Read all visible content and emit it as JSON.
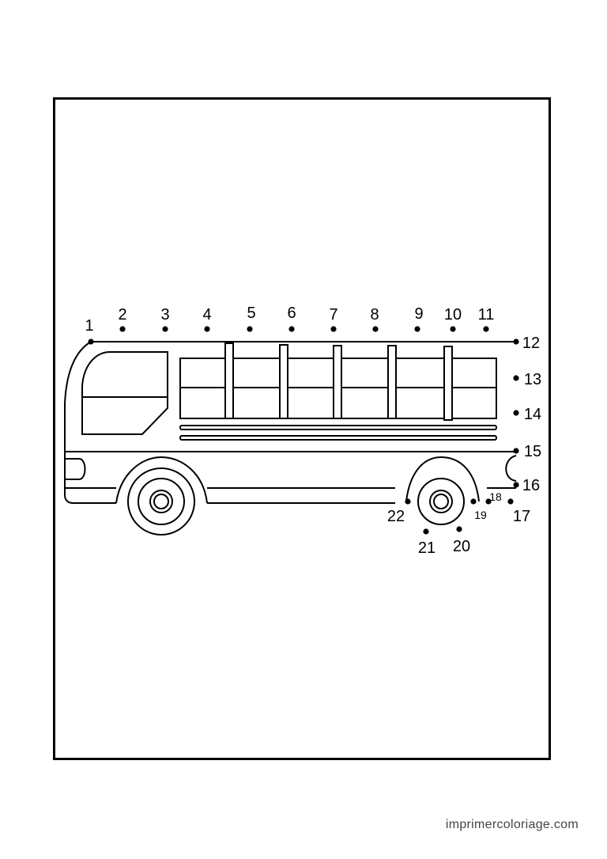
{
  "dots": [
    {
      "label": "1"
    },
    {
      "label": "2"
    },
    {
      "label": "3"
    },
    {
      "label": "4"
    },
    {
      "label": "5"
    },
    {
      "label": "6"
    },
    {
      "label": "7"
    },
    {
      "label": "8"
    },
    {
      "label": "9"
    },
    {
      "label": "10"
    },
    {
      "label": "11"
    },
    {
      "label": "12"
    },
    {
      "label": "13"
    },
    {
      "label": "14"
    },
    {
      "label": "15"
    },
    {
      "label": "16"
    },
    {
      "label": "17"
    },
    {
      "label": "18"
    },
    {
      "label": "19"
    },
    {
      "label": "20"
    },
    {
      "label": "21"
    },
    {
      "label": "22"
    }
  ],
  "watermark": "imprimercoloriage.com",
  "colors": {
    "line": "#000000",
    "background": "#ffffff"
  }
}
